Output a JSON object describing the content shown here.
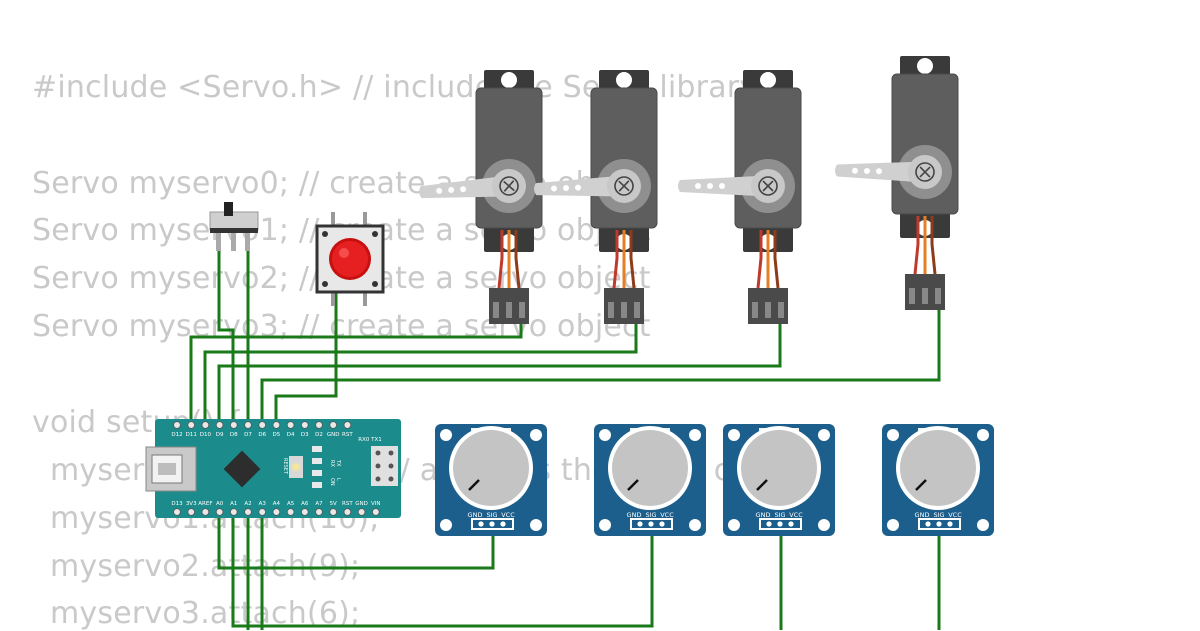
{
  "code": {
    "line1": "#include <Servo.h> // include the Servo library",
    "line2": "Servo myservo0; // create a servo object",
    "line3": "Servo myservo1; // create a servo object",
    "line4": "Servo myservo2; // create a servo object",
    "line5": "Servo myservo3; // create a servo object",
    "line6": "void setup() {",
    "line7": "myservo0.attach(11); // attaches the servo on pin",
    "line8": "myservo1.attach(10);",
    "line9": "myservo2.attach(9);",
    "line10": "myservo3.attach(6);"
  },
  "nano": {
    "top_pins": [
      "D12",
      "D11",
      "D10",
      "D9",
      "D8",
      "D7",
      "D6",
      "D5",
      "D4",
      "D3",
      "D2",
      "GND",
      "RST"
    ],
    "bottom_pins": [
      "D13",
      "3V3",
      "AREF",
      "A0",
      "A1",
      "A2",
      "A3",
      "A4",
      "A5",
      "A6",
      "A7",
      "5V",
      "RST",
      "GND",
      "VIN"
    ],
    "rx_tx": "RX0 TX1",
    "led_tx": "TX",
    "led_rx": "RX",
    "led_on": "ON",
    "led_l": "L",
    "reset_label": "RESET"
  },
  "pot_labels": {
    "gnd": "GND",
    "sig": "SIG",
    "vcc": "VCC"
  },
  "colors": {
    "wire": "#1a7a1a",
    "board": "#1b8b8b",
    "pot_board": "#1d5f8c",
    "servo_body": "#5a5a5a",
    "button_cap": "#e02020",
    "code_text": "#c9c9c9"
  }
}
